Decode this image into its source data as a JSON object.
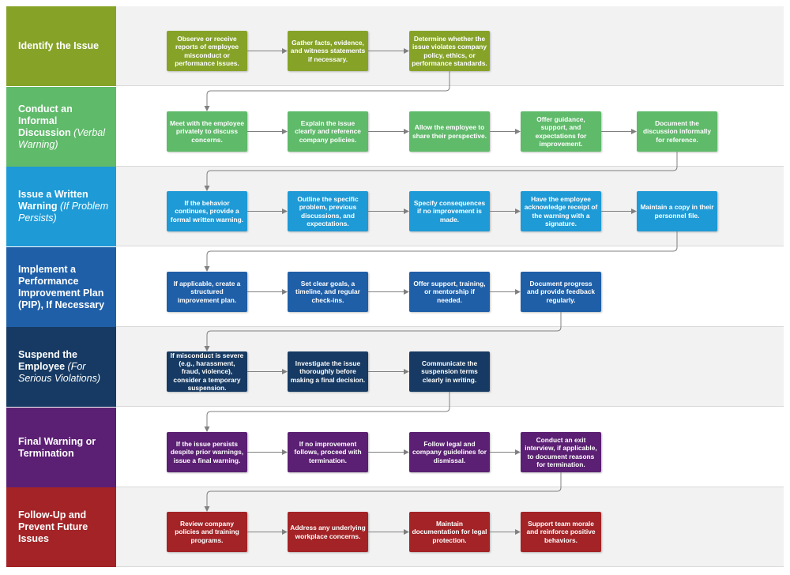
{
  "colors": {
    "identify": "#86a328",
    "conduct": "#5fba6a",
    "written": "#1e9ad6",
    "pip": "#1f5fa8",
    "suspend": "#163a63",
    "final": "#5b1f73",
    "followup": "#a32326",
    "connector": "#808080"
  },
  "lanes": [
    {
      "key": "identify",
      "title": "Identify the Issue",
      "subtitle": "",
      "steps": [
        "Observe or receive reports of employee misconduct or performance issues.",
        "Gather facts, evidence, and witness statements if necessary.",
        "Determine whether the issue violates company policy, ethics, or performance standards."
      ]
    },
    {
      "key": "conduct",
      "title": "Conduct an Informal Discussion",
      "subtitle": "(Verbal Warning)",
      "steps": [
        "Meet with the employee privately to discuss concerns.",
        "Explain the issue clearly and reference company policies.",
        "Allow the employee to share their perspective.",
        "Offer guidance, support, and expectations for improvement.",
        "Document the discussion informally for reference."
      ]
    },
    {
      "key": "written",
      "title": "Issue a Written Warning",
      "subtitle": "(If Problem Persists)",
      "steps": [
        "If the behavior continues, provide a formal written warning.",
        "Outline the specific problem, previous discussions, and expectations.",
        "Specify consequences if no improvement is made.",
        "Have the employee acknowledge receipt of the warning with a signature.",
        "Maintain a copy in their personnel file."
      ]
    },
    {
      "key": "pip",
      "title": "Implement a Performance Improvement Plan (PIP), If Necessary",
      "subtitle": "",
      "steps": [
        "If applicable, create a structured improvement plan.",
        "Set clear goals, a timeline, and regular check-ins.",
        "Offer support, training, or mentorship if needed.",
        "Document progress and provide feedback regularly."
      ]
    },
    {
      "key": "suspend",
      "title": "Suspend the Employee",
      "subtitle": "(For Serious Violations)",
      "steps": [
        "If misconduct is severe (e.g., harassment, fraud, violence), consider a temporary suspension.",
        "Investigate the issue thoroughly before making a final decision.",
        "Communicate the suspension terms clearly in writing."
      ]
    },
    {
      "key": "final",
      "title": "Final Warning or Termination",
      "subtitle": "",
      "steps": [
        "If the issue persists despite prior warnings, issue a final warning.",
        "If no improvement follows, proceed with termination.",
        "Follow legal and company guidelines for dismissal.",
        "Conduct an exit interview, if applicable, to document reasons for termination."
      ]
    },
    {
      "key": "followup",
      "title": "Follow-Up and Prevent Future Issues",
      "subtitle": "",
      "steps": [
        "Review company policies and training programs.",
        "Address any underlying workplace concerns.",
        "Maintain documentation for legal protection.",
        "Support team morale and reinforce positive behaviors."
      ]
    }
  ]
}
